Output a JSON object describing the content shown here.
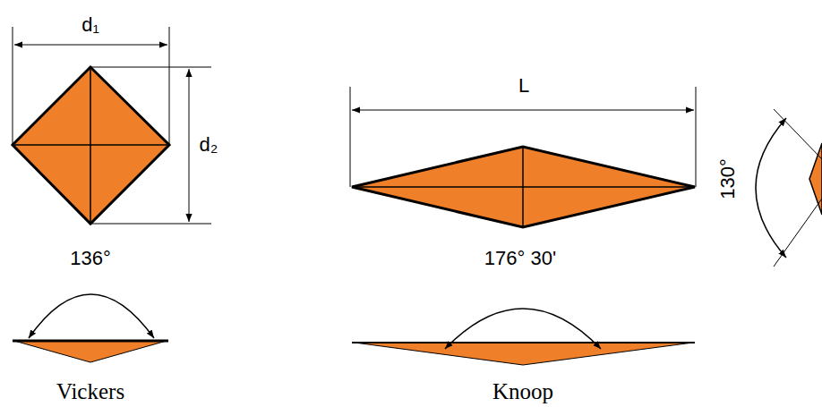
{
  "diagram": {
    "labels": [
      "d₁",
      "d₂",
      "136°",
      "Vickers",
      "L",
      "176° 30'",
      "Knoop",
      "130°"
    ]
  }
}
